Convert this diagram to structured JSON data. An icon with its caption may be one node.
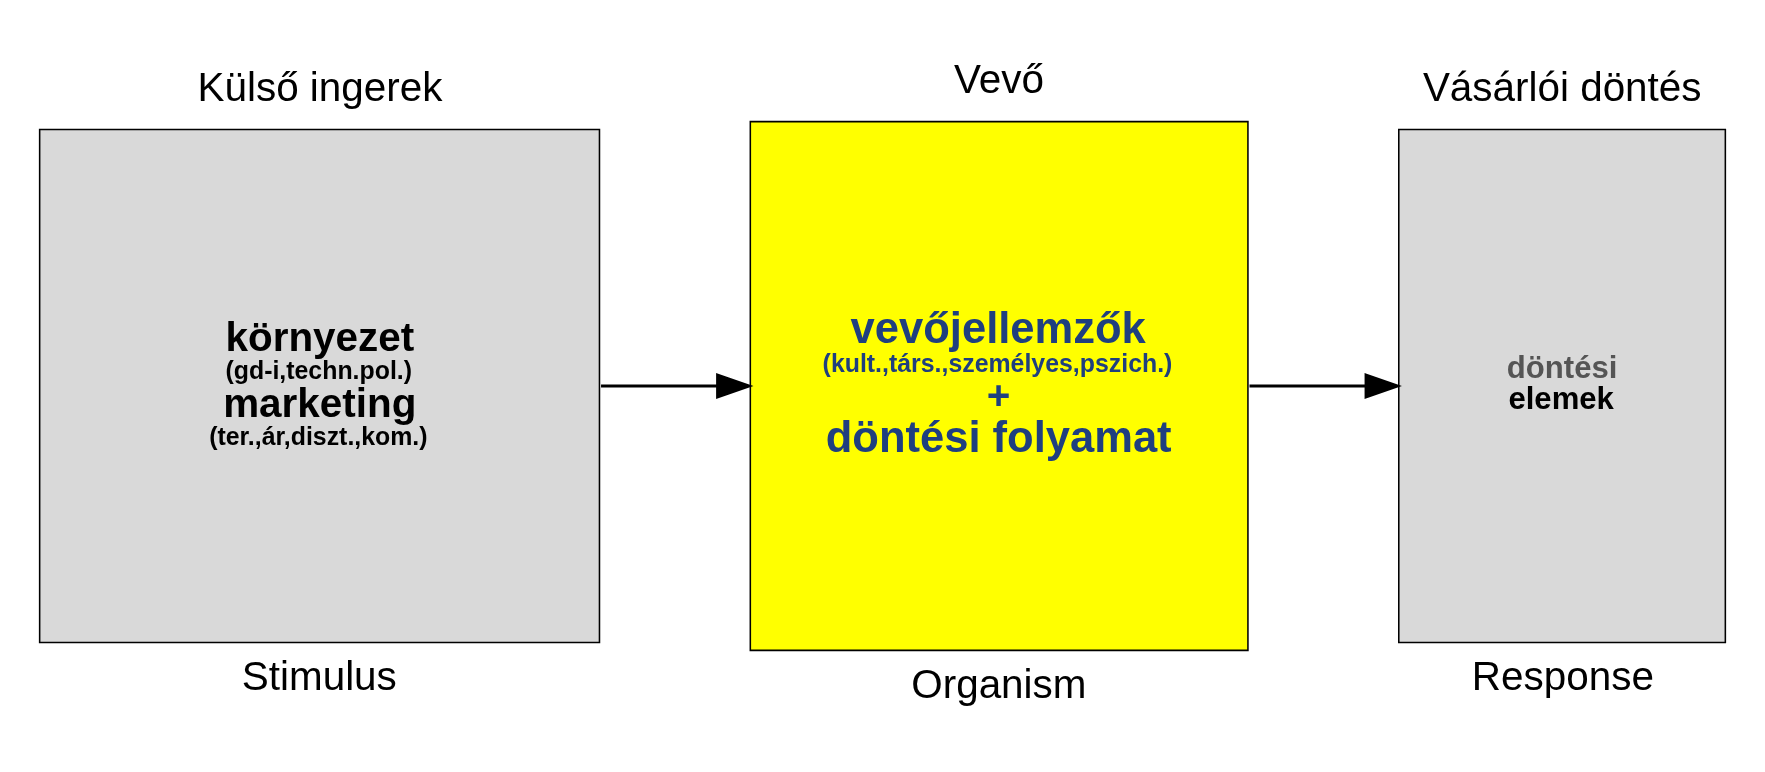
{
  "diagram": {
    "nodes": [
      {
        "text": [
          "Külső ingerek",
          "környezet",
          "(gd-i,techn.pol.)",
          "marketing",
          "(ter.,ár,diszt.,kom.)"
        ],
        "beside": [
          "Stimulus"
        ]
      },
      {
        "text": [
          "Vevő",
          "vevőjellemzők",
          "(kult.,társ.,személyes,pszich.)",
          "+",
          "döntési folyamat"
        ],
        "beside": [
          "Organism"
        ]
      },
      {
        "text": [
          "Vásárlói döntés",
          "döntési",
          "elemek"
        ],
        "beside": [
          "Response"
        ]
      }
    ],
    "edges": [
      {
        "from": 0,
        "to": 1,
        "arrow": "to"
      },
      {
        "from": 1,
        "to": 2,
        "arrow": "to"
      }
    ]
  }
}
